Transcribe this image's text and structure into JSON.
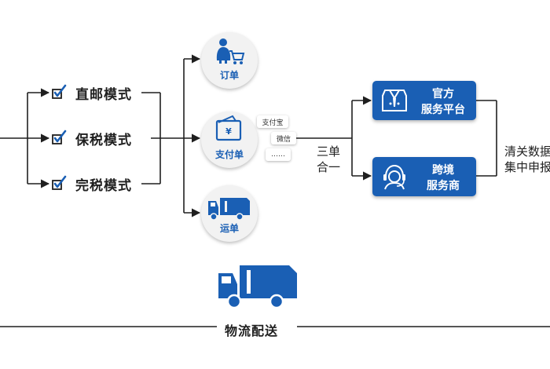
{
  "modes": {
    "direct": "直邮模式",
    "bonded": "保税模式",
    "dutypaid": "完税模式"
  },
  "docs": {
    "order": "订单",
    "payment": "支付单",
    "shipping": "运单"
  },
  "payment_methods": {
    "alipay": "支付宝",
    "wechat": "微信",
    "more": "……"
  },
  "merge_text": {
    "line1": "三单",
    "line2": "合一"
  },
  "platforms": {
    "official": {
      "line1": "官方",
      "line2": "服务平台"
    },
    "crossborder": {
      "line1": "跨境",
      "line2": "服务商"
    }
  },
  "clearance": {
    "line1": "清关数据",
    "line2": "集中申报"
  },
  "logistics": "物流配送",
  "colors": {
    "accent_blue": "#1a5fb4",
    "line": "#1f1f1f",
    "circle_bg": "#f2f2f2"
  }
}
